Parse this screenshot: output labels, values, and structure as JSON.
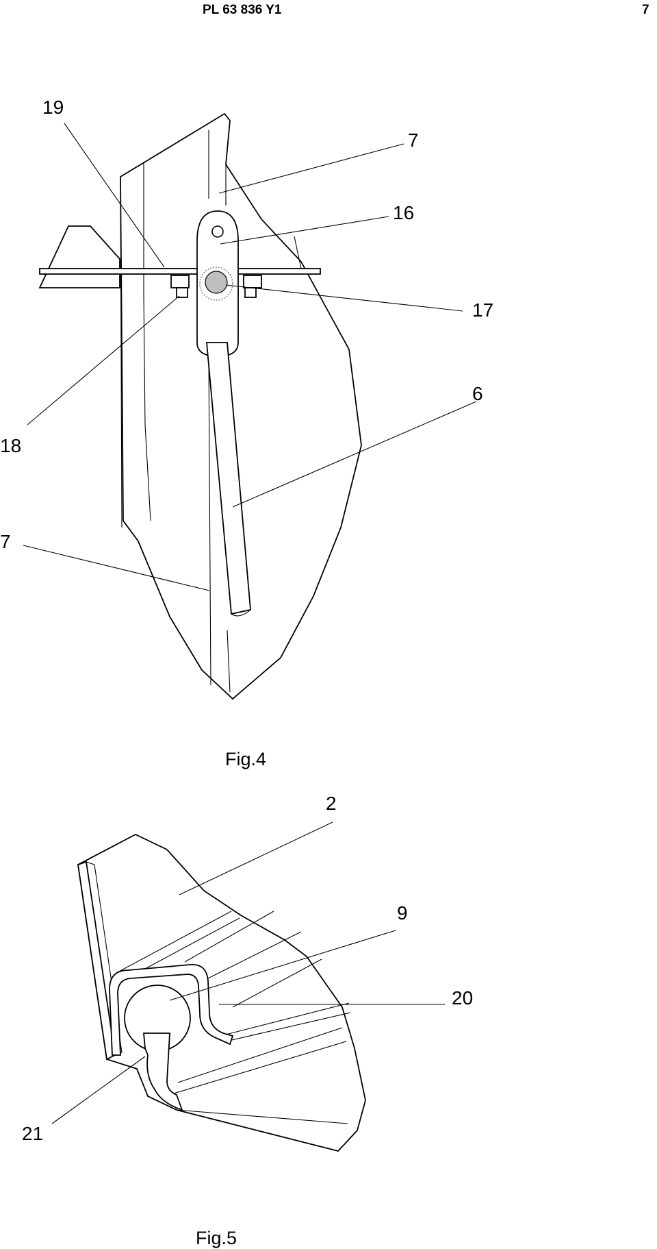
{
  "header": {
    "document_number": "PL 63 836 Y1",
    "page_number": "7"
  },
  "figure4": {
    "caption": "Fig.4",
    "labels": {
      "l19": "19",
      "l7_top": "7",
      "l16": "16",
      "l17": "17",
      "l18": "18",
      "l6": "6",
      "l7_bottom": "7"
    }
  },
  "figure5": {
    "caption": "Fig.5",
    "labels": {
      "l2": "2",
      "l9": "9",
      "l20": "20",
      "l21": "21"
    }
  }
}
